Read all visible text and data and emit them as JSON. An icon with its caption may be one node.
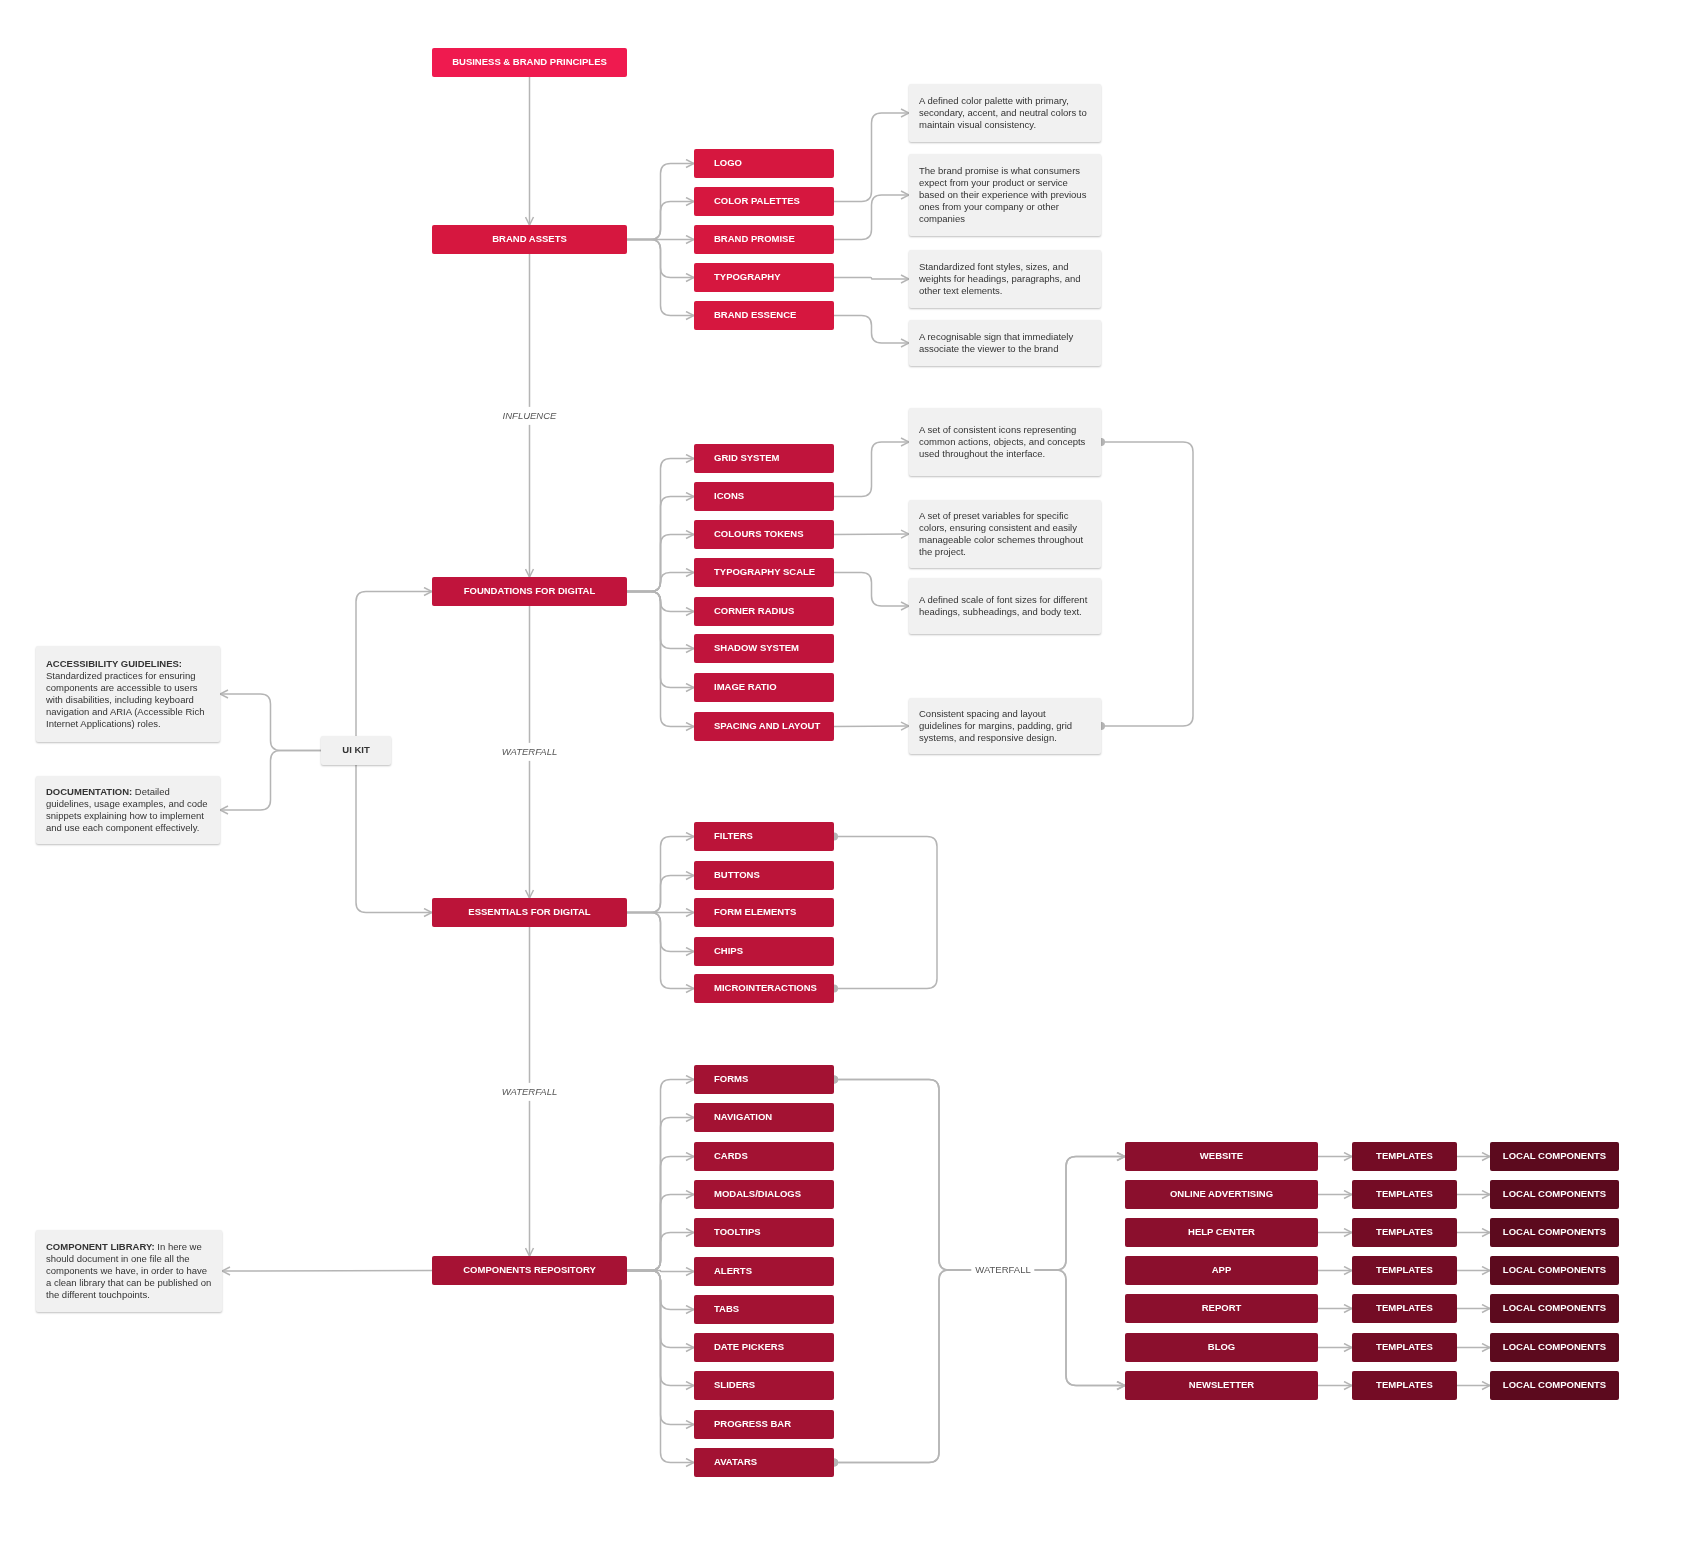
{
  "diagram": {
    "nodes": [
      {
        "text": [
          "BUSINESS & BRAND PRINCIPLES"
        ]
      },
      {
        "text": [
          "BRAND ASSETS"
        ]
      },
      {
        "text": [
          "LOGO"
        ]
      },
      {
        "text": [
          "COLOR PALETTES"
        ]
      },
      {
        "text": [
          "BRAND PROMISE"
        ]
      },
      {
        "text": [
          "TYPOGRAPHY"
        ]
      },
      {
        "text": [
          "BRAND ESSENCE"
        ]
      },
      {
        "text": [
          "A defined color palette with primary, secondary, accent, and neutral colors to maintain visual consistency."
        ]
      },
      {
        "text": [
          "The brand promise is what consumers expect from your product or service based on their experience with previous ones from your company or other companies"
        ]
      },
      {
        "text": [
          "Standardized font styles, sizes, and weights for headings, paragraphs, and other text elements."
        ]
      },
      {
        "text": [
          "A recognisable sign that immediately associate the viewer to the brand"
        ]
      },
      {
        "text": [
          "FOUNDATIONS FOR DIGITAL"
        ]
      },
      {
        "text": [
          "GRID SYSTEM"
        ]
      },
      {
        "text": [
          "ICONS"
        ]
      },
      {
        "text": [
          "COLOURS TOKENS"
        ]
      },
      {
        "text": [
          "TYPOGRAPHY SCALE"
        ]
      },
      {
        "text": [
          "CORNER RADIUS"
        ]
      },
      {
        "text": [
          "SHADOW SYSTEM"
        ]
      },
      {
        "text": [
          "IMAGE RATIO"
        ]
      },
      {
        "text": [
          "SPACING AND LAYOUT"
        ]
      },
      {
        "text": [
          "A set of consistent icons representing common actions, objects, and concepts used throughout the interface."
        ]
      },
      {
        "text": [
          "A set of preset variables for specific colors, ensuring consistent and easily manageable color schemes throughout the project."
        ]
      },
      {
        "text": [
          "A defined scale of font sizes for different headings, subheadings, and body text."
        ]
      },
      {
        "text": [
          "Consistent spacing and layout guidelines for margins, padding, grid systems, and responsive design."
        ]
      },
      {
        "text": [
          "UI KIT"
        ]
      },
      {
        "text": [
          "ACCESSIBILITY GUIDELINES:",
          "Standardized practices for ensuring components are accessible to users with disabilities, including keyboard navigation and ARIA (Accessible Rich Internet Applications) roles."
        ]
      },
      {
        "text": [
          "**DOCUMENTATION:** Detailed guidelines, usage examples, and code snippets explaining how to implement and use each component effectively."
        ]
      },
      {
        "text": [
          "ESSENTIALS FOR DIGITAL"
        ]
      },
      {
        "text": [
          "FILTERS"
        ]
      },
      {
        "text": [
          "BUTTONS"
        ]
      },
      {
        "text": [
          "FORM ELEMENTS"
        ]
      },
      {
        "text": [
          "CHIPS"
        ]
      },
      {
        "text": [
          "MICROINTERACTIONS"
        ]
      },
      {
        "text": [
          "COMPONENTS REPOSITORY"
        ]
      },
      {
        "text": [
          "**COMPONENT LIBRARY:** In here we should document in one file all the components we have, in order to have a clean library that can be published on the different touchpoints."
        ]
      },
      {
        "text": [
          "FORMS"
        ]
      },
      {
        "text": [
          "NAVIGATION"
        ]
      },
      {
        "text": [
          "CARDS"
        ]
      },
      {
        "text": [
          "MODALS/DIALOGS"
        ]
      },
      {
        "text": [
          "TOOLTIPS"
        ]
      },
      {
        "text": [
          "ALERTS"
        ]
      },
      {
        "text": [
          "TABS"
        ]
      },
      {
        "text": [
          "DATE PICKERS"
        ]
      },
      {
        "text": [
          "SLIDERS"
        ]
      },
      {
        "text": [
          "PROGRESS BAR"
        ]
      },
      {
        "text": [
          "AVATARS"
        ]
      },
      {
        "text": [
          "WEBSITE"
        ]
      },
      {
        "text": [
          "ONLINE ADVERTISING"
        ]
      },
      {
        "text": [
          "HELP CENTER"
        ]
      },
      {
        "text": [
          "APP"
        ]
      },
      {
        "text": [
          "REPORT"
        ]
      },
      {
        "text": [
          "BLOG"
        ]
      },
      {
        "text": [
          "NEWSLETTER"
        ]
      },
      {
        "text": [
          "TEMPLATES"
        ]
      },
      {
        "text": [
          "TEMPLATES"
        ]
      },
      {
        "text": [
          "TEMPLATES"
        ]
      },
      {
        "text": [
          "TEMPLATES"
        ]
      },
      {
        "text": [
          "TEMPLATES"
        ]
      },
      {
        "text": [
          "TEMPLATES"
        ]
      },
      {
        "text": [
          "TEMPLATES"
        ]
      },
      {
        "text": [
          "LOCAL COMPONENTS"
        ]
      },
      {
        "text": [
          "LOCAL COMPONENTS"
        ]
      },
      {
        "text": [
          "LOCAL COMPONENTS"
        ]
      },
      {
        "text": [
          "LOCAL COMPONENTS"
        ]
      },
      {
        "text": [
          "LOCAL COMPONENTS"
        ]
      },
      {
        "text": [
          "LOCAL COMPONENTS"
        ]
      },
      {
        "text": [
          "LOCAL COMPONENTS"
        ]
      }
    ],
    "edges": [
      {
        "from": 0,
        "to": 1,
        "arrow": "to"
      },
      {
        "from": 1,
        "to": 2,
        "arrow": "to"
      },
      {
        "from": 1,
        "to": 3,
        "arrow": "to"
      },
      {
        "from": 1,
        "to": 4,
        "arrow": "to"
      },
      {
        "from": 1,
        "to": 5,
        "arrow": "to"
      },
      {
        "from": 1,
        "to": 6,
        "arrow": "to"
      },
      {
        "from": 3,
        "to": 7,
        "arrow": "to"
      },
      {
        "from": 4,
        "to": 8,
        "arrow": "to"
      },
      {
        "from": 5,
        "to": 9,
        "arrow": "to"
      },
      {
        "from": 6,
        "to": 10,
        "arrow": "to"
      },
      {
        "from": 1,
        "to": 11,
        "arrow": "to",
        "label": "INFLUENCE"
      },
      {
        "from": 11,
        "to": 12,
        "arrow": "to"
      },
      {
        "from": 11,
        "to": 13,
        "arrow": "to"
      },
      {
        "from": 11,
        "to": 14,
        "arrow": "to"
      },
      {
        "from": 11,
        "to": 15,
        "arrow": "to"
      },
      {
        "from": 11,
        "to": 16,
        "arrow": "to"
      },
      {
        "from": 11,
        "to": 17,
        "arrow": "to"
      },
      {
        "from": 11,
        "to": 18,
        "arrow": "to"
      },
      {
        "from": 11,
        "to": 19,
        "arrow": "to"
      },
      {
        "from": 13,
        "to": 20,
        "arrow": "to"
      },
      {
        "from": 14,
        "to": 21,
        "arrow": "to"
      },
      {
        "from": 15,
        "to": 22,
        "arrow": "to"
      },
      {
        "from": 19,
        "to": 23,
        "arrow": "to"
      },
      {
        "from": 20,
        "to": 23,
        "arrow": "other"
      },
      {
        "from": 24,
        "to": 11,
        "arrow": "to"
      },
      {
        "from": 24,
        "to": 27,
        "arrow": "to"
      },
      {
        "from": 24,
        "to": 25,
        "arrow": "to"
      },
      {
        "from": 24,
        "to": 26,
        "arrow": "to"
      },
      {
        "from": 11,
        "to": 27,
        "arrow": "to",
        "label": "WATERFALL"
      },
      {
        "from": 27,
        "to": 28,
        "arrow": "to"
      },
      {
        "from": 27,
        "to": 29,
        "arrow": "to"
      },
      {
        "from": 27,
        "to": 30,
        "arrow": "to"
      },
      {
        "from": 27,
        "to": 31,
        "arrow": "to"
      },
      {
        "from": 27,
        "to": 32,
        "arrow": "to"
      },
      {
        "from": 28,
        "to": 32,
        "arrow": "other"
      },
      {
        "from": 27,
        "to": 33,
        "arrow": "to",
        "label": "WATERFALL"
      },
      {
        "from": 33,
        "to": 34,
        "arrow": "to"
      },
      {
        "from": 33,
        "to": 35,
        "arrow": "to"
      },
      {
        "from": 33,
        "to": 36,
        "arrow": "to"
      },
      {
        "from": 33,
        "to": 37,
        "arrow": "to"
      },
      {
        "from": 33,
        "to": 38,
        "arrow": "to"
      },
      {
        "from": 33,
        "to": 39,
        "arrow": "to"
      },
      {
        "from": 33,
        "to": 40,
        "arrow": "to"
      },
      {
        "from": 33,
        "to": 41,
        "arrow": "to"
      },
      {
        "from": 33,
        "to": 42,
        "arrow": "to"
      },
      {
        "from": 33,
        "to": 43,
        "arrow": "to"
      },
      {
        "from": 33,
        "to": 44,
        "arrow": "to"
      },
      {
        "from": 33,
        "to": 45,
        "arrow": "to"
      },
      {
        "from": 35,
        "to": 46,
        "arrow": "to",
        "label": "WATERFALL"
      },
      {
        "from": 35,
        "to": 52,
        "arrow": "to"
      },
      {
        "from": 45,
        "to": 46,
        "arrow": "to"
      },
      {
        "from": 45,
        "to": 52,
        "arrow": "to"
      },
      {
        "from": 46,
        "to": 53,
        "arrow": "to"
      },
      {
        "from": 47,
        "to": 54,
        "arrow": "to"
      },
      {
        "from": 48,
        "to": 55,
        "arrow": "to"
      },
      {
        "from": 49,
        "to": 56,
        "arrow": "to"
      },
      {
        "from": 50,
        "to": 57,
        "arrow": "to"
      },
      {
        "from": 51,
        "to": 58,
        "arrow": "to"
      },
      {
        "from": 52,
        "to": 59,
        "arrow": "to"
      },
      {
        "from": 53,
        "to": 60,
        "arrow": "to"
      },
      {
        "from": 54,
        "to": 61,
        "arrow": "to"
      },
      {
        "from": 55,
        "to": 62,
        "arrow": "to"
      },
      {
        "from": 56,
        "to": 63,
        "arrow": "to"
      },
      {
        "from": 57,
        "to": 64,
        "arrow": "to"
      },
      {
        "from": 58,
        "to": 65,
        "arrow": "to"
      },
      {
        "from": 59,
        "to": 66,
        "arrow": "to"
      }
    ]
  }
}
